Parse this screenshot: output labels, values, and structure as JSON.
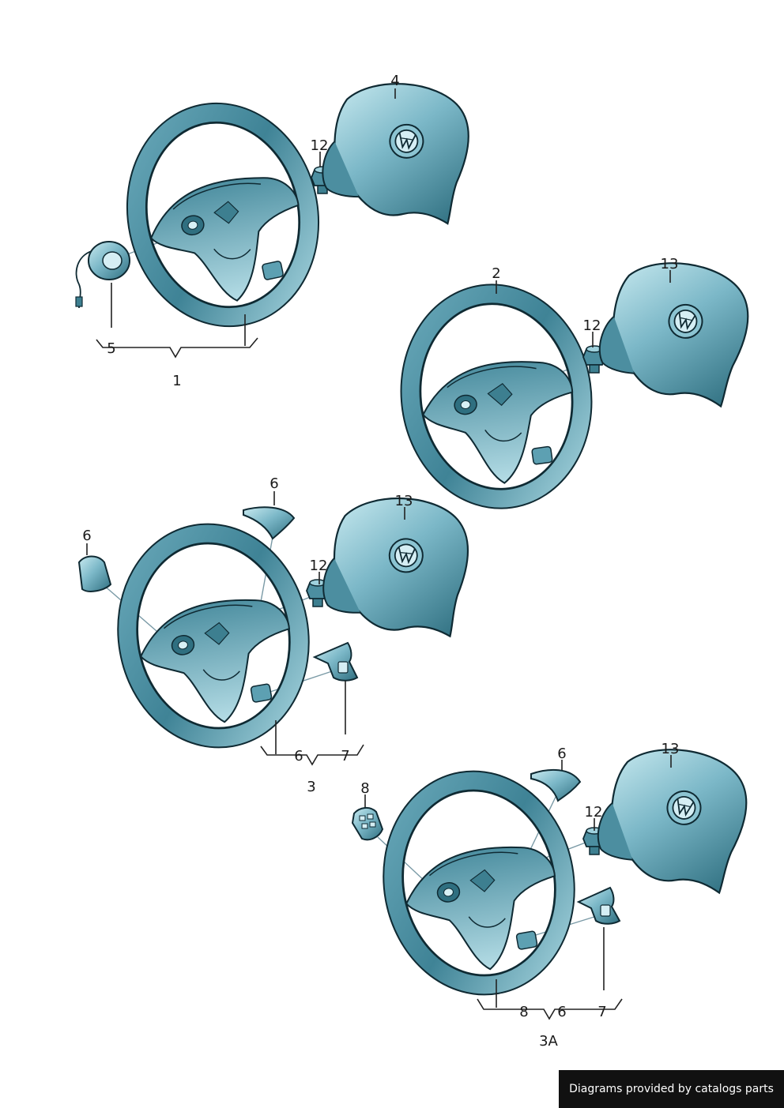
{
  "labels": {
    "l4": "4",
    "l12a": "12",
    "l5": "5",
    "l1": "1",
    "l2": "2",
    "l13a": "13",
    "l12b": "12",
    "l6a": "6",
    "l6b": "6",
    "l13b": "13",
    "l12c": "12",
    "l6c": "6",
    "l7a": "7",
    "l3": "3",
    "l6d": "6",
    "l13c": "13",
    "l8a": "8",
    "l12d": "12",
    "l8b": "8",
    "l6e": "6",
    "l7b": "7",
    "l3a": "3A"
  },
  "footer": {
    "text": "Diagrams provided by catalogs parts"
  },
  "colors": {
    "part_fill_light": "#9ed0dc",
    "part_fill_dark": "#3d7f90",
    "outline": "#0f2a33",
    "footer_bg": "#111111"
  },
  "icons": {
    "brand_emblem": "vw-logo-icon"
  }
}
